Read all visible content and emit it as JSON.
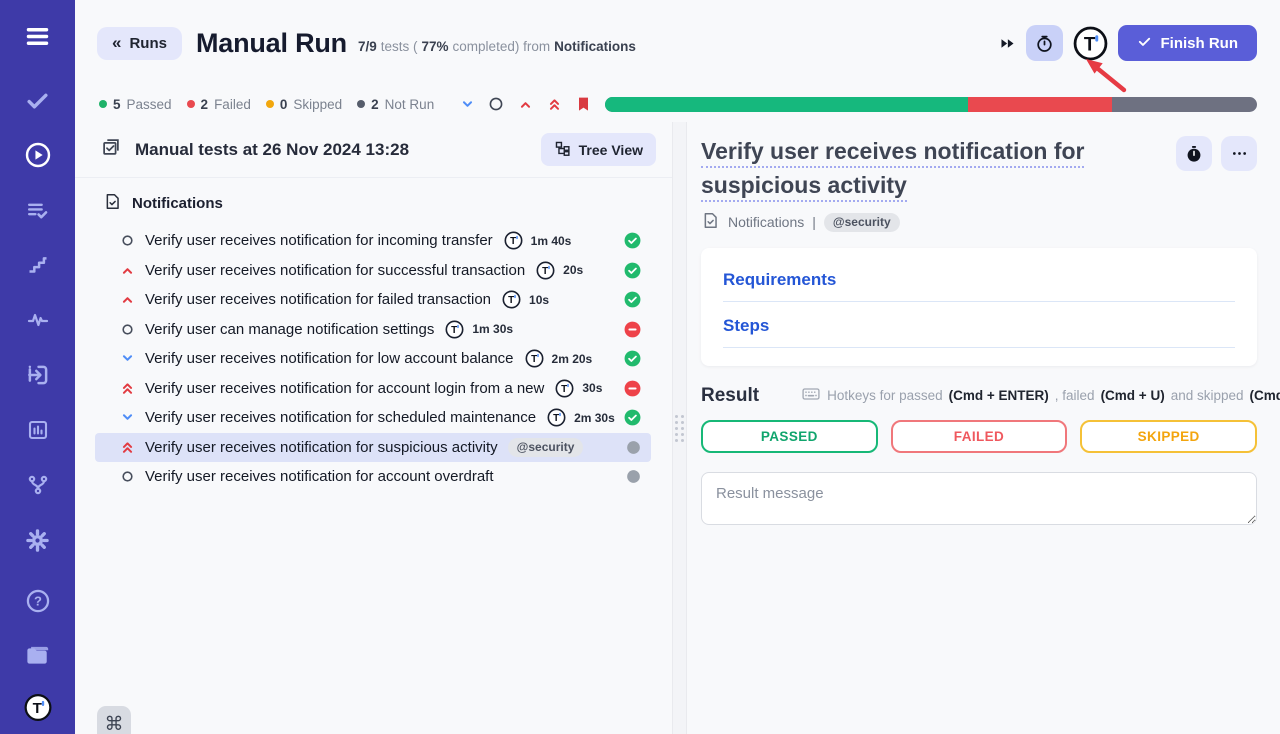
{
  "colors": {
    "accent": "#5a5ed8",
    "sidebar": "#3e3aa8",
    "passed": "#16b87d",
    "failed": "#e9494f",
    "skipped": "#f2a70d",
    "not_run": "#6e7181"
  },
  "sidebar": {
    "items": [
      {
        "icon": "menu-icon",
        "section": "top",
        "active": false
      },
      {
        "icon": "tests-check-icon",
        "section": "top",
        "active": false
      },
      {
        "icon": "runs-play-icon",
        "section": "top",
        "active": true
      },
      {
        "icon": "test-plans-icon",
        "section": "top",
        "active": false
      },
      {
        "icon": "milestones-icon",
        "section": "top",
        "active": false
      },
      {
        "icon": "pulse-icon",
        "section": "top",
        "active": false
      },
      {
        "icon": "import-icon",
        "section": "top",
        "active": false
      },
      {
        "icon": "analytics-icon",
        "section": "top",
        "active": false
      },
      {
        "icon": "branches-icon",
        "section": "top",
        "active": false
      },
      {
        "icon": "settings-gear-icon",
        "section": "top",
        "active": false
      },
      {
        "icon": "help-icon",
        "section": "bottom",
        "active": false
      },
      {
        "icon": "projects-folder-icon",
        "section": "bottom",
        "active": false
      },
      {
        "icon": "testomat-logo-icon",
        "section": "bottom",
        "active": false
      }
    ]
  },
  "header": {
    "back_button": "Runs",
    "title": "Manual Run",
    "stats_fraction": "7/9",
    "stats_mid": "tests (",
    "stats_pct": "77%",
    "stats_tail": "completed) from",
    "stats_suite": "Notifications",
    "finish_button": "Finish Run"
  },
  "statusbar": {
    "stats": [
      {
        "count": "5",
        "label": "Passed"
      },
      {
        "count": "2",
        "label": "Failed"
      },
      {
        "count": "0",
        "label": "Skipped"
      },
      {
        "count": "2",
        "label": "Not Run"
      }
    ],
    "progress": {
      "passed_pct": 55.6,
      "failed_pct": 22.2,
      "not_run_pct": 22.2
    }
  },
  "left_panel": {
    "run_title": "Manual tests at 26 Nov 2024 13:28",
    "tree_view_button": "Tree View",
    "suite_title": "Notifications",
    "hotkey_hint": "⌘",
    "tests": [
      {
        "priority": "normal",
        "title": "Verify user receives notification for incoming transfer",
        "duration": "1m 40s",
        "status": "passed"
      },
      {
        "priority": "high",
        "title": "Verify user receives notification for successful transaction",
        "duration": "20s",
        "status": "passed"
      },
      {
        "priority": "high",
        "title": "Verify user receives notification for failed transaction",
        "duration": "10s",
        "status": "passed"
      },
      {
        "priority": "normal",
        "title": "Verify user can manage notification settings",
        "duration": "1m 30s",
        "status": "failed"
      },
      {
        "priority": "low",
        "title": "Verify user receives notification for low account balance",
        "duration": "2m 20s",
        "status": "passed"
      },
      {
        "priority": "critical",
        "title": "Verify user receives notification for account login from a new",
        "duration": "30s",
        "status": "failed"
      },
      {
        "priority": "low",
        "title": "Verify user receives notification for scheduled maintenance",
        "duration": "2m 30s",
        "status": "passed"
      },
      {
        "priority": "critical",
        "title": "Verify user receives notification for suspicious activity",
        "tag": "@security",
        "status": "not_run",
        "selected": true
      },
      {
        "priority": "normal",
        "title": "Verify user receives notification for account overdraft",
        "status": "not_run"
      }
    ]
  },
  "detail": {
    "title": "Verify user receives notification for suspicious activity",
    "breadcrumb_suite": "Notifications",
    "breadcrumb_separator": "|",
    "tag": "@security",
    "sections": [
      "Requirements",
      "Steps"
    ],
    "result_heading": "Result",
    "hotkeys": {
      "t1": "Hotkeys for passed",
      "k1": "(Cmd + ENTER)",
      "t2": ", failed",
      "k2": "(Cmd + U)",
      "t3": "and skipped",
      "k3": "(Cmd + I)"
    },
    "result_buttons": [
      "PASSED",
      "FAILED",
      "SKIPPED"
    ],
    "message_placeholder": "Result message"
  }
}
